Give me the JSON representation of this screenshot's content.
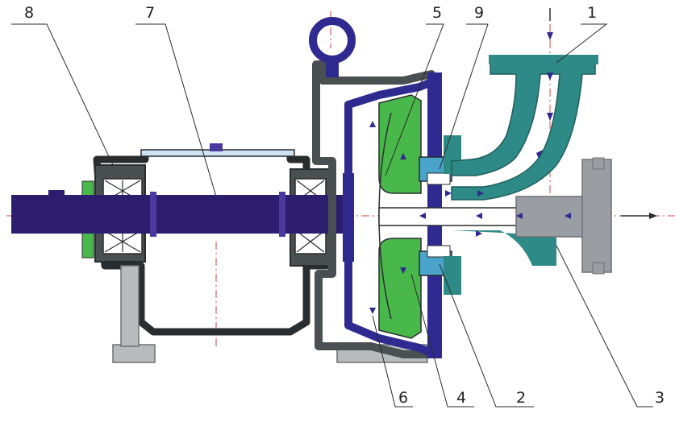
{
  "colors": {
    "housing": "#4a4f52",
    "housing_stroke": "#2a2d2f",
    "shaft": "#2c1d6e",
    "impeller": "#2f2a8f",
    "seal_green": "#49b84a",
    "seal_cyan": "#4aa3c8",
    "flange_gray": "#9a9ea2",
    "base_gray": "#b8bbbe",
    "teal": "#2e8a86",
    "centerline": "#d9443a",
    "flow_arrow": "#2f2a8f",
    "leader": "#2a2a2a"
  },
  "callouts": [
    {
      "label": "1"
    },
    {
      "label": "2"
    },
    {
      "label": "3"
    },
    {
      "label": "4"
    },
    {
      "label": "5"
    },
    {
      "label": "6"
    },
    {
      "label": "7"
    },
    {
      "label": "8"
    },
    {
      "label": "9"
    }
  ]
}
